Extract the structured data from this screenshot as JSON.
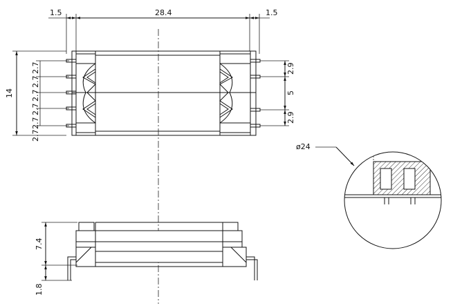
{
  "top_view": {
    "dim_left_margin": "1.5",
    "dim_width": "28.4",
    "dim_right_margin": "1.5",
    "dim_height": "14",
    "left_pitch": [
      "2.7",
      "2.7",
      "2.7",
      "2.7",
      "2.7",
      "2.7"
    ],
    "right_pitch_top": "2.9",
    "right_mid": "5",
    "right_pitch_bottom": "2.9"
  },
  "side_view": {
    "dim_body_height": "7.4",
    "dim_pin_length": "1.8"
  },
  "detail": {
    "callout_label": "ø24"
  }
}
